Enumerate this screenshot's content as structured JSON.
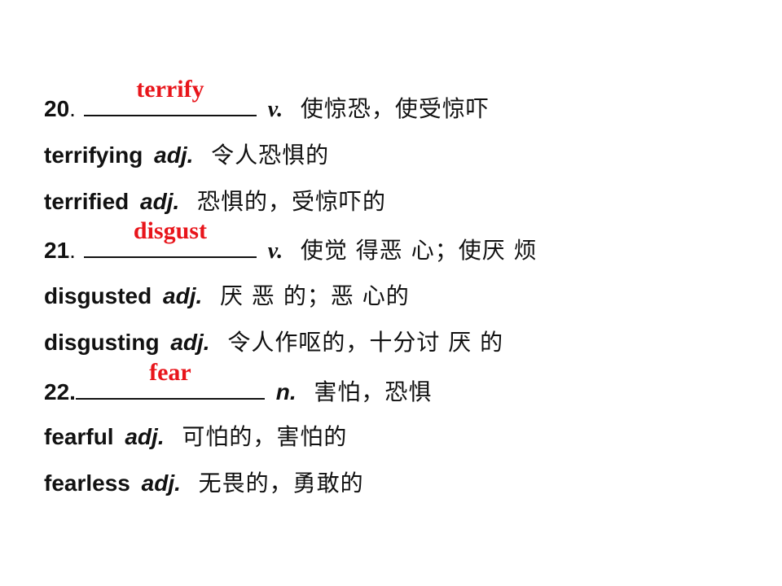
{
  "items": [
    {
      "number": "20",
      "separator": ".",
      "answer": "terrify",
      "pos": "v.",
      "definition": "使惊恐，使受惊吓",
      "derivatives": [
        {
          "word": "terrifying",
          "pos": "adj.",
          "definition": "令人恐惧的"
        },
        {
          "word": "terrified",
          "pos": "adj.",
          "definition": "恐惧的，受惊吓的"
        }
      ]
    },
    {
      "number": "21",
      "separator": ".",
      "answer": "disgust",
      "pos": "v.",
      "definition": "使觉 得恶 心；使厌 烦",
      "derivatives": [
        {
          "word": "disgusted",
          "pos": "adj.",
          "definition": "厌 恶 的；恶 心的"
        },
        {
          "word": "disgusting",
          "pos": "adj.",
          "definition": "令人作呕的，十分讨 厌 的"
        }
      ]
    },
    {
      "number": "22.",
      "separator": "",
      "answer": "fear",
      "pos": "n.",
      "definition": "害怕，恐惧",
      "derivatives": [
        {
          "word": "fearful",
          "pos": "adj.",
          "definition": "可怕的，害怕的"
        },
        {
          "word": "fearless",
          "pos": "adj.",
          "definition": "无畏的，勇敢的"
        }
      ]
    }
  ],
  "colors": {
    "answer": "#e8151b",
    "text": "#111111",
    "background": "#ffffff"
  }
}
